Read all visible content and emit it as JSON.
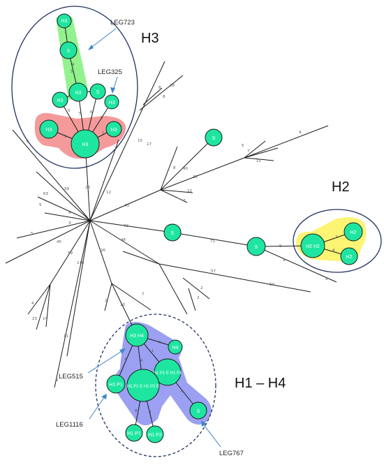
{
  "colors": {
    "node_fill": "#1ee6a0",
    "edge": "#1a1a1a",
    "ellipse": "#1f3060",
    "arrow": "#3f86c9",
    "green_highlight": "#7ff07a",
    "red_highlight": "#f2888a",
    "yellow_highlight": "#fbf25b",
    "blue_highlight": "#8a8ff0"
  },
  "clusters": {
    "h3": "H3",
    "h2": "H2",
    "h1_h4": "H1 – H4"
  },
  "callouts": {
    "leg723": "LEG723",
    "leg325": "LEG325",
    "leg515": "LEG515",
    "leg1116": "LEG1116",
    "leg767": "LEG767"
  },
  "nodes": [
    {
      "id": "h3a",
      "label": "H3"
    },
    {
      "id": "s1",
      "label": "S"
    },
    {
      "id": "h3b",
      "label": "H3"
    },
    {
      "id": "h3c",
      "label": "H3"
    },
    {
      "id": "s2",
      "label": "S"
    },
    {
      "id": "h3d",
      "label": "H3"
    },
    {
      "id": "h3e",
      "label": "H3"
    },
    {
      "id": "h3f",
      "label": "H3"
    },
    {
      "id": "h3g",
      "label": "H3"
    },
    {
      "id": "s3",
      "label": "S"
    },
    {
      "id": "s4",
      "label": "S"
    },
    {
      "id": "s5",
      "label": "S"
    },
    {
      "id": "h2a",
      "label": "H2"
    },
    {
      "id": "h2b",
      "label": "H2 H2"
    },
    {
      "id": "h2c",
      "label": "H2"
    },
    {
      "id": "h34",
      "label": "H3 H4"
    },
    {
      "id": "h4",
      "label": "H4"
    },
    {
      "id": "h1p1a",
      "label": "H1 P1"
    },
    {
      "id": "h1p1e",
      "label": "H1 P1 E H1 P1"
    },
    {
      "id": "h1p1b",
      "label": "H1 P1 E H1 P2 E"
    },
    {
      "id": "s6",
      "label": "S"
    },
    {
      "id": "h1p1c",
      "label": "H1 P1"
    },
    {
      "id": "h1p2",
      "label": "H1 P2"
    }
  ],
  "edge_weights": [
    "1",
    "5",
    "4",
    "5",
    "5",
    "6",
    "3",
    "1",
    "1",
    "28",
    "6",
    "39",
    "63",
    "4",
    "3",
    "5",
    "45",
    "59",
    "116",
    "11",
    "2",
    "8",
    "18",
    "15",
    "17",
    "12",
    "43",
    "40",
    "8",
    "35",
    "5",
    "7",
    "15",
    "9",
    "12",
    "7",
    "72",
    "71",
    "9",
    "9",
    "9",
    "2",
    "4",
    "48",
    "26",
    "2",
    "10",
    "7",
    "2",
    "2",
    "57",
    "50",
    "4",
    "23",
    "14",
    "4",
    "4",
    "4",
    "1",
    "8",
    "3",
    "4",
    "5",
    "8"
  ]
}
